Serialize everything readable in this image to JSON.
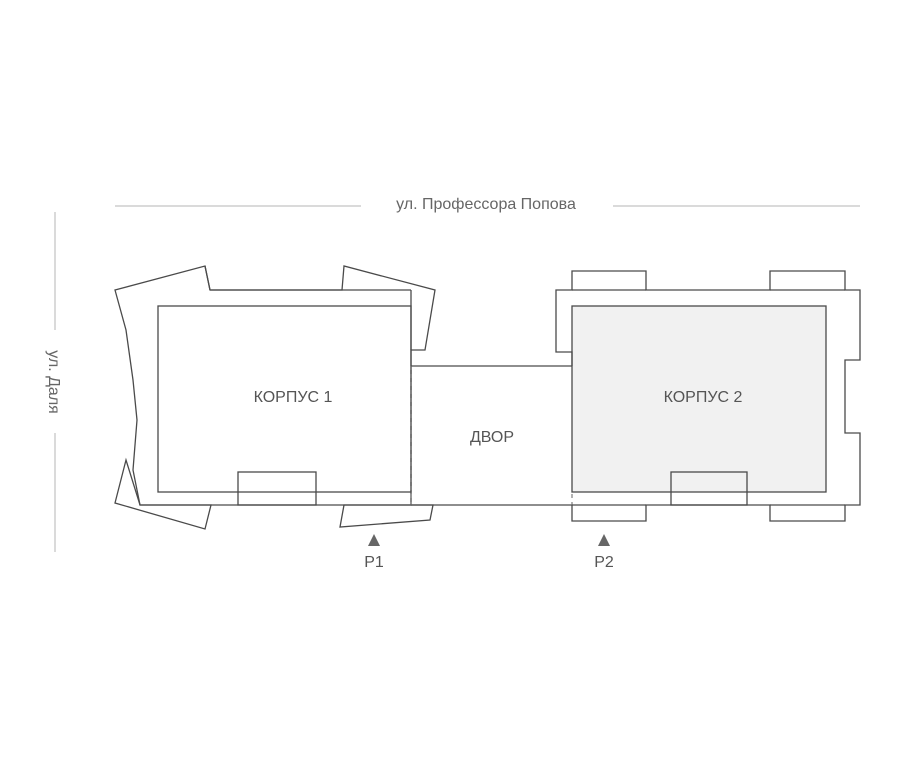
{
  "streets": {
    "top": "ул. Профессора Попова",
    "left": "ул. Даля"
  },
  "areas": {
    "building_1": "КОРПУС 1",
    "courtyard": "ДВОР",
    "building_2": "КОРПУС 2"
  },
  "entrances": {
    "p1": "Р1",
    "p2": "Р2"
  },
  "colors": {
    "building_2_fill": "#f1f1f1",
    "wall_stroke": "#4a4a4a"
  }
}
